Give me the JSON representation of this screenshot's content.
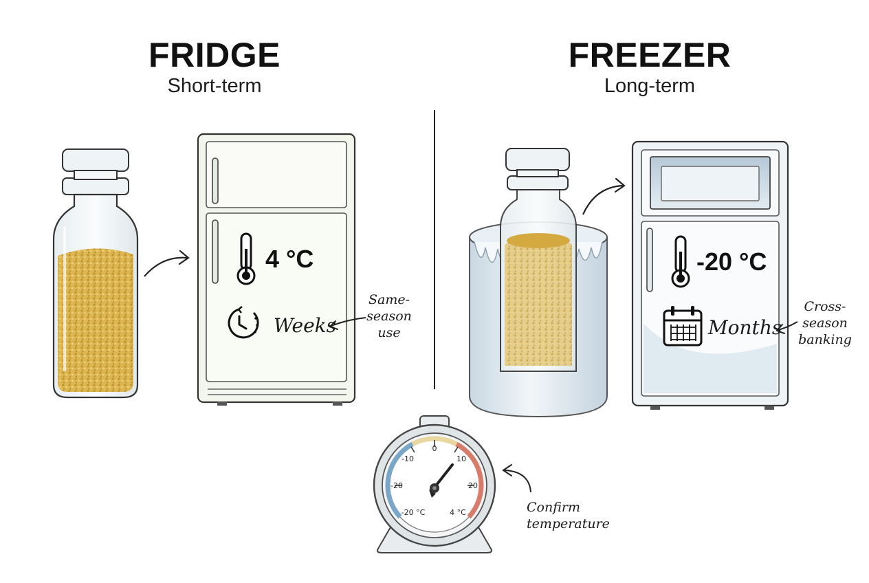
{
  "fridge": {
    "title": "FRIDGE",
    "subtitle": "Short-term",
    "temperature": "4 °C",
    "duration": "Weeks",
    "note_line1": "Same-",
    "note_line2": "season",
    "note_line3": "use"
  },
  "freezer": {
    "title": "FREEZER",
    "subtitle": "Long-term",
    "temperature": "-20 °C",
    "duration": "Months",
    "note_line1": "Cross-",
    "note_line2": "season",
    "note_line3": "banking"
  },
  "thermometer": {
    "dial_ticks": [
      "-10",
      "0",
      "10",
      "-20",
      "20"
    ],
    "min_label": "-20 °C",
    "max_label": "4 °C",
    "note_line1": "Confirm",
    "note_line2": "temperature"
  },
  "colors": {
    "ink": "#111111",
    "granules": "#d9b34a",
    "glass": "#eef3f5",
    "fridge_body": "#f3f6ef",
    "freezer_body": "#eef3f6",
    "ice": "#dbe6ee",
    "dial_cold": "#7aa7c7",
    "dial_warm": "#d77b6a"
  }
}
